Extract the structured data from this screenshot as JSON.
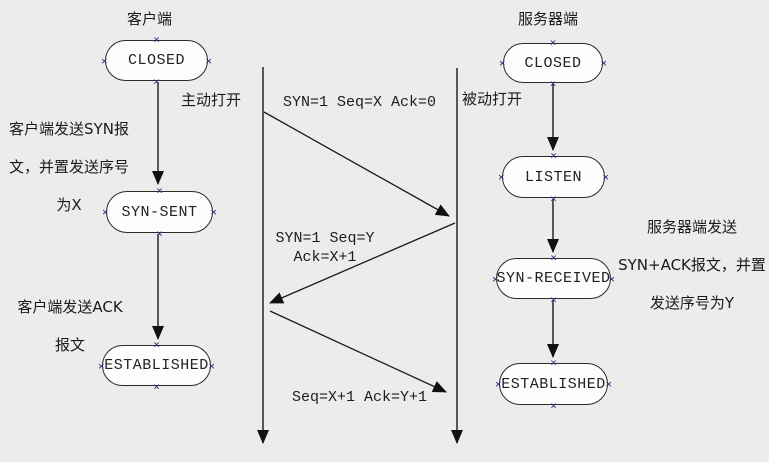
{
  "colors": {
    "background": "#ececec",
    "line": "#1a1a1a",
    "node_fill": "#fdfdfd",
    "node_border": "#2b2b2b",
    "connection_marker": "#32327c"
  },
  "marker_glyph": "×",
  "client": {
    "title": "客户端",
    "open_label": "主动打开",
    "states": [
      "CLOSED",
      "SYN-SENT",
      "ESTABLISHED"
    ],
    "note_syn": [
      "客户端发送SYN报",
      "文，并置发送序号",
      "为X"
    ],
    "note_ack": [
      "客户端发送ACK",
      "报文"
    ]
  },
  "server": {
    "title": "服务器端",
    "open_label": "被动打开",
    "states": [
      "CLOSED",
      "LISTEN",
      "SYN-RECEIVED",
      "ESTABLISHED"
    ],
    "note_synack": [
      "服务器端发送",
      "SYN+ACK报文，并置",
      "发送序号为Y"
    ]
  },
  "messages": {
    "syn": "SYN=1 Seq=X Ack=0",
    "synack_line1": "SYN=1 Seq=Y",
    "synack_line2": "Ack=X+1",
    "ack": "Seq=X+1 Ack=Y+1"
  }
}
